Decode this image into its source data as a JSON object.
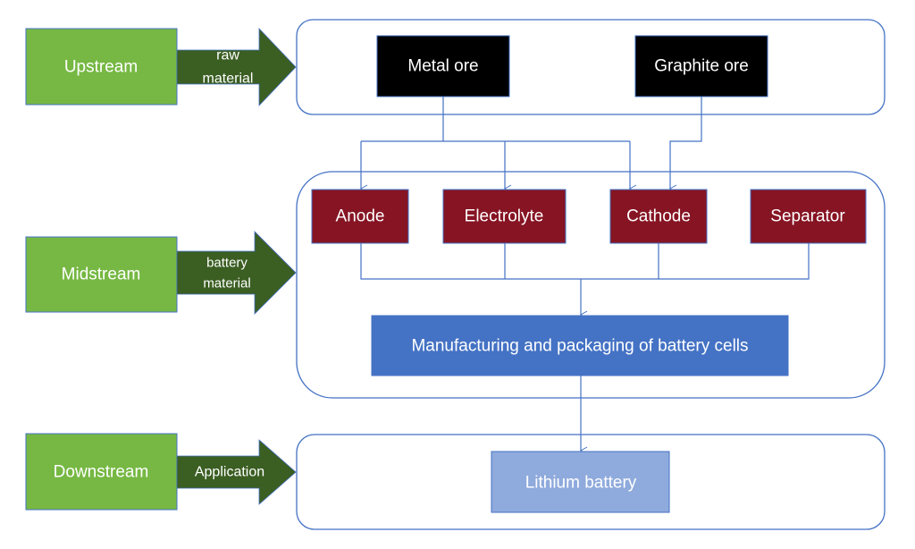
{
  "stages": [
    {
      "label": "Upstream",
      "arrow_lines": [
        "raw",
        "material"
      ]
    },
    {
      "label": "Midstream",
      "arrow_lines": [
        "battery",
        "material"
      ]
    },
    {
      "label": "Downstream",
      "arrow_lines": [
        "Application"
      ]
    }
  ],
  "raw_materials": [
    "Metal ore",
    "Graphite ore"
  ],
  "battery_materials": [
    "Anode",
    "Electrolyte",
    "Cathode",
    "Separator"
  ],
  "process": "Manufacturing and packaging of battery cells",
  "product": "Lithium battery",
  "colors": {
    "stage": "#76b843",
    "stage_arrow": "#3b5e22",
    "raw_material": "#000000",
    "battery_material": "#861423",
    "process": "#4472c4",
    "product": "#8faadc",
    "outline": "#4472c4"
  }
}
